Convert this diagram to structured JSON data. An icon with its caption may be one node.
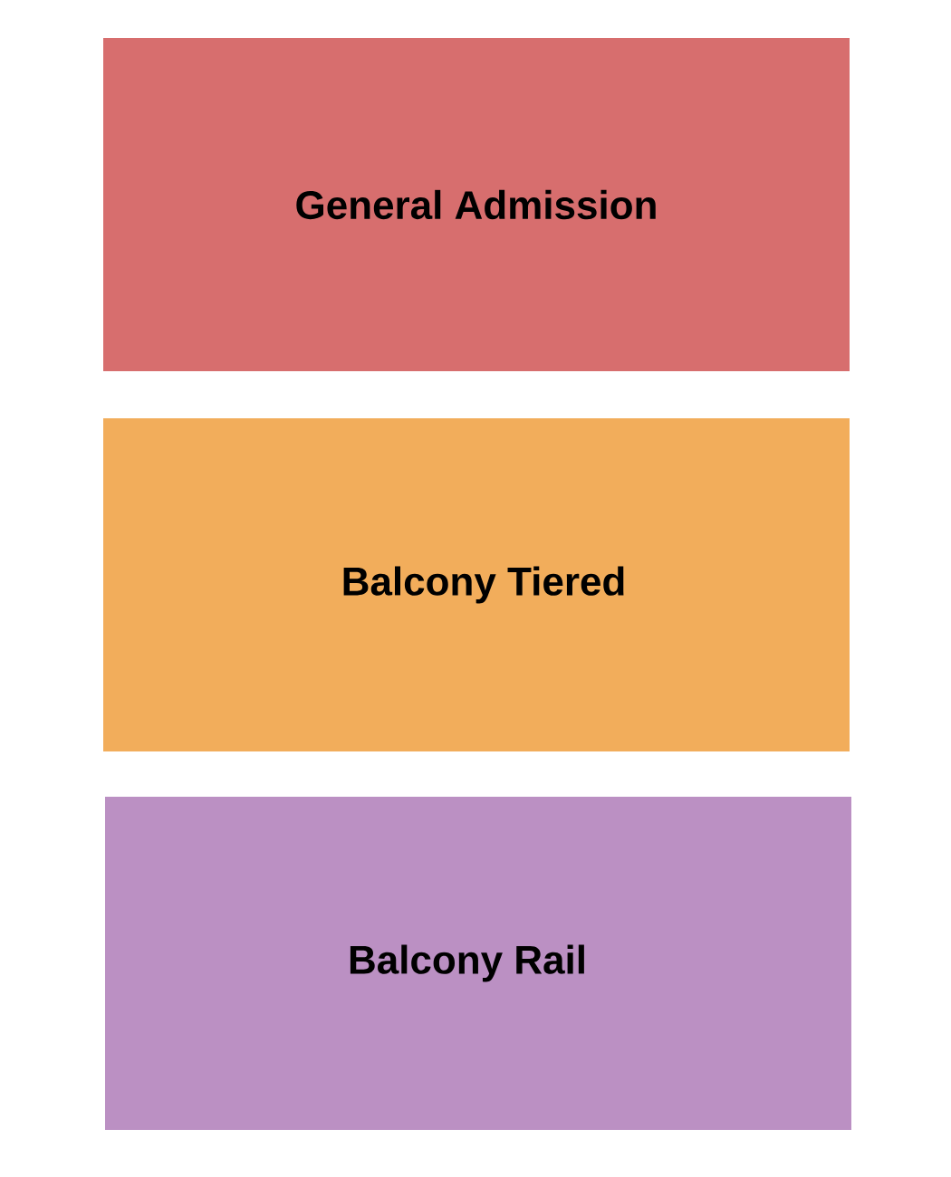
{
  "diagram": {
    "nodes": [
      {
        "text": [
          "General Admission"
        ]
      },
      {
        "text": [
          "Balcony Tiered"
        ]
      },
      {
        "text": [
          "Balcony Rail"
        ]
      }
    ]
  }
}
